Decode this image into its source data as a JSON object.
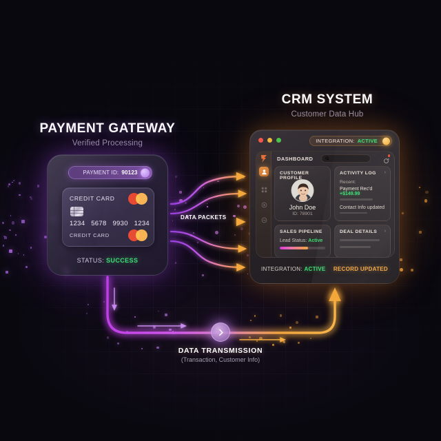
{
  "payment_gateway": {
    "title": "PAYMENT GATEWAY",
    "subtitle": "Verified Processing",
    "payment_id_label": "PAYMENT ID:",
    "payment_id_value": "90123",
    "card": {
      "label_top": "CREDIT CARD",
      "label_bottom": "CREDIT CARD",
      "number_groups": [
        "1234",
        "5678",
        "9930",
        "1234"
      ]
    },
    "status_label": "STATUS:",
    "status_value": "SUCCESS",
    "status_color": "#3ddc72"
  },
  "crm": {
    "title": "CRM SYSTEM",
    "subtitle": "Customer Data Hub",
    "titlebar": {
      "integration_label": "INTEGRATION:",
      "integration_value": "ACTIVE"
    },
    "topbar": {
      "dashboard_label": "DASHBOARD",
      "search_placeholder": "",
      "search_icon": "search-icon",
      "refresh_icon": "refresh-icon"
    },
    "rail": {
      "logo_icon": "brand-logo-icon",
      "items": [
        {
          "icon": "user-profile-icon",
          "active": true
        },
        {
          "icon": "grid-apps-icon",
          "active": false
        },
        {
          "icon": "target-icon",
          "active": false
        },
        {
          "icon": "minus-circle-icon",
          "active": false
        }
      ]
    },
    "cards": {
      "customer_profile": {
        "title": "CUSTOMER PROFILE",
        "name": "John Doe",
        "id_label": "ID:",
        "id_value": "78901"
      },
      "activity_log": {
        "title": "ACTIVITY LOG",
        "recent_label": "Recent:",
        "entry_1_text": "Payment Rec'd",
        "entry_1_amount": "+$149.99",
        "entry_2_text": "Contact Info updated",
        "chevron": "›"
      },
      "sales_pipeline": {
        "title": "SALES PIPELINE",
        "lead_label": "Lead Status:",
        "lead_value": "Active",
        "progress_percent": 62
      },
      "deal_details": {
        "title": "DEAL DETAILS",
        "chevron": "›"
      }
    },
    "footer": {
      "integration_label": "INTEGRATION:",
      "integration_value": "ACTIVE",
      "record_status": "RECORD UPDATED"
    }
  },
  "flows": {
    "packets_label": "DATA PACKETS",
    "transmission_title": "DATA TRANSMISSION",
    "transmission_subtitle": "(Transaction, Customer Info)",
    "node_icon": "chevron-right-icon"
  },
  "colors": {
    "purple": "#b06ae8",
    "orange": "#f0a33e",
    "green": "#3ddc72",
    "background": "#08070f"
  }
}
